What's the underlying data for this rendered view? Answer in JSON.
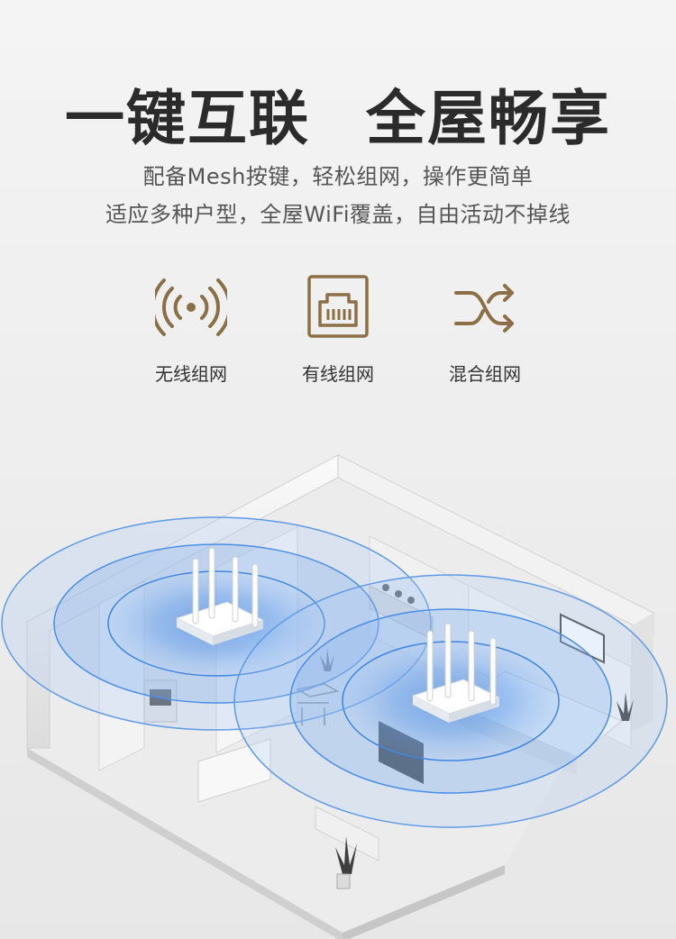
{
  "headline": {
    "part1": "一键互联",
    "part2": "全屋畅享"
  },
  "subtitle": {
    "line1": "配备Mesh按键，轻松组网，操作更简单",
    "line2": "适应多种户型，全屋WiFi覆盖，自由活动不掉线"
  },
  "features": [
    {
      "label": "无线组网",
      "icon": "wireless-signal-icon"
    },
    {
      "label": "有线组网",
      "icon": "ethernet-port-icon"
    },
    {
      "label": "混合组网",
      "icon": "shuffle-arrows-icon"
    }
  ],
  "colors": {
    "accent": "#8c6f45",
    "signal": "#3f86e0",
    "headline": "#2b2b2b"
  }
}
